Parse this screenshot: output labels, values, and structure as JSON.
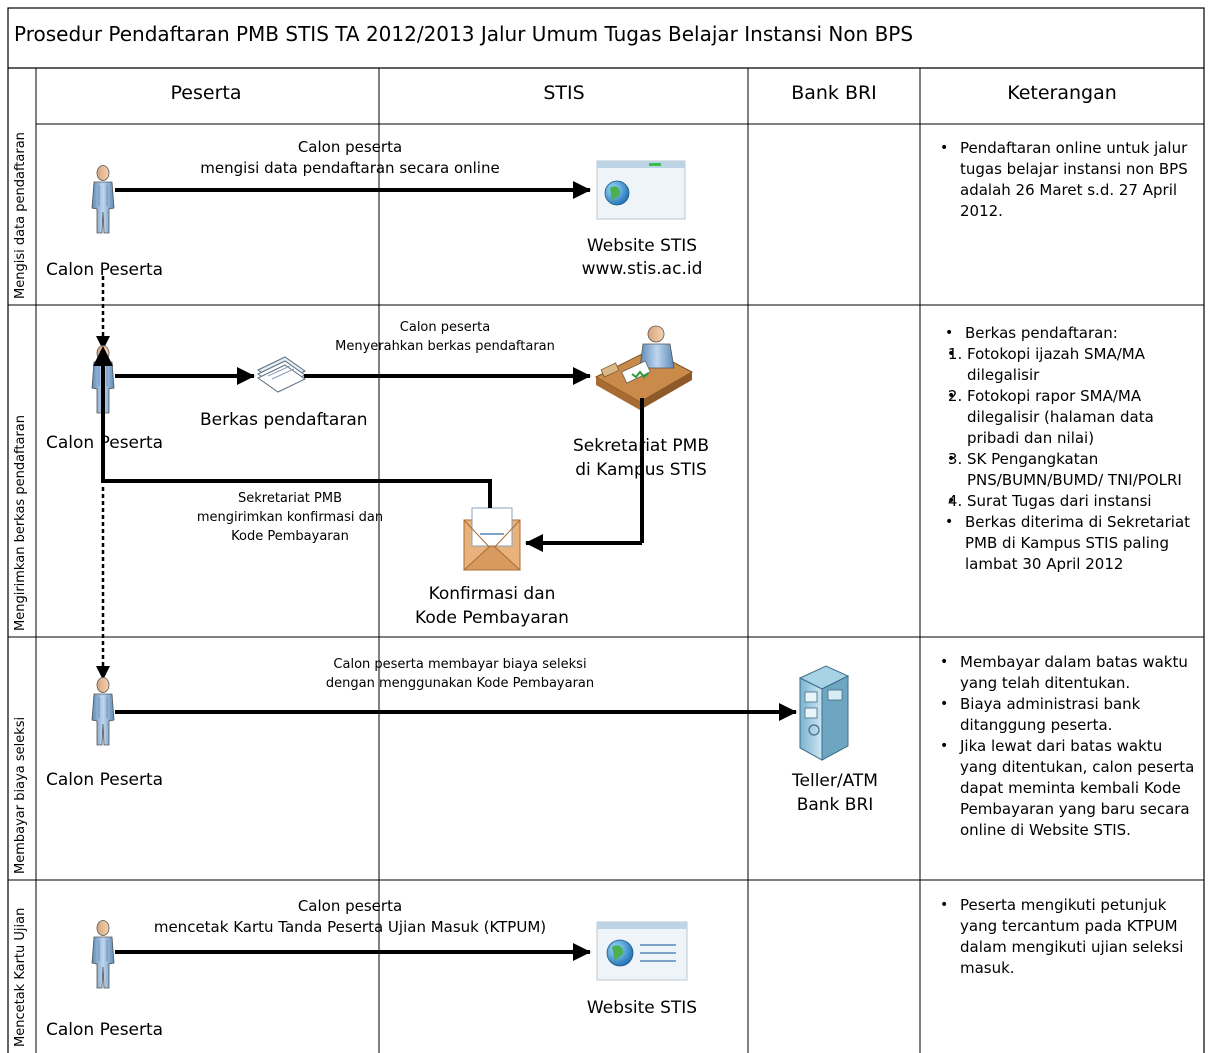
{
  "title": "Prosedur Pendaftaran PMB STIS TA 2012/2013 Jalur Umum Tugas Belajar Instansi Non BPS",
  "lanes": [
    "Peserta",
    "STIS",
    "Bank BRI",
    "Keterangan"
  ],
  "rows": [
    "Mengisi data pendaftaran",
    "Mengirimkan berkas pendaftaran",
    "Membayar biaya seleksi",
    "Mencetak Kartu Ujian"
  ],
  "actors": {
    "r1": "Calon Peserta",
    "r2": "Calon Peserta",
    "r3": "Calon Peserta",
    "r4": "Calon Peserta"
  },
  "row1": {
    "arrow_line1": "Calon peserta",
    "arrow_line2": "mengisi data pendaftaran secara online",
    "website_line1": "Website STIS",
    "website_line2": "www.stis.ac.id"
  },
  "row2": {
    "arrow_line1": "Calon peserta",
    "arrow_line2": "Menyerahkan berkas pendaftaran",
    "berkas": "Berkas pendaftaran",
    "sekretariat_line1": "Sekretariat PMB",
    "sekretariat_line2": "di Kampus STIS",
    "return_line1": "Sekretariat PMB",
    "return_line2": "mengirimkan konfirmasi dan",
    "return_line3": "Kode Pembayaran",
    "konfirmasi_line1": "Konfirmasi dan",
    "konfirmasi_line2": "Kode Pembayaran"
  },
  "row3": {
    "arrow_line1": "Calon peserta membayar biaya seleksi",
    "arrow_line2": "dengan menggunakan Kode Pembayaran",
    "teller_line1": "Teller/ATM",
    "teller_line2": "Bank BRI"
  },
  "row4": {
    "arrow_line1": "Calon peserta",
    "arrow_line2": "mencetak Kartu Tanda Peserta Ujian Masuk (KTPUM)",
    "website": "Website STIS"
  },
  "notes": {
    "r1": [
      "Pendaftaran online untuk jalur tugas belajar instansi non BPS adalah 26 Maret s.d. 27 April 2012."
    ],
    "r2_head": "Berkas pendaftaran:",
    "r2_items": [
      "Fotokopi ijazah SMA/MA dilegalisir",
      "Fotokopi rapor SMA/MA dilegalisir (halaman data pribadi dan nilai)",
      "SK Pengangkatan PNS/BUMN/BUMD/ TNI/POLRI",
      "Surat Tugas dari instansi"
    ],
    "r2_tail": "Berkas diterima di Sekretariat PMB di Kampus STIS paling lambat 30 April 2012",
    "r3": [
      "Membayar dalam batas waktu yang telah ditentukan.",
      "Biaya administrasi bank ditanggung peserta.",
      "Jika lewat dari batas waktu yang ditentukan, calon peserta dapat meminta kembali Kode Pembayaran yang baru secara online di Website STIS."
    ],
    "r4": [
      "Peserta mengikuti petunjuk yang tercantum pada KTPUM dalam mengikuti ujian seleksi masuk."
    ]
  }
}
